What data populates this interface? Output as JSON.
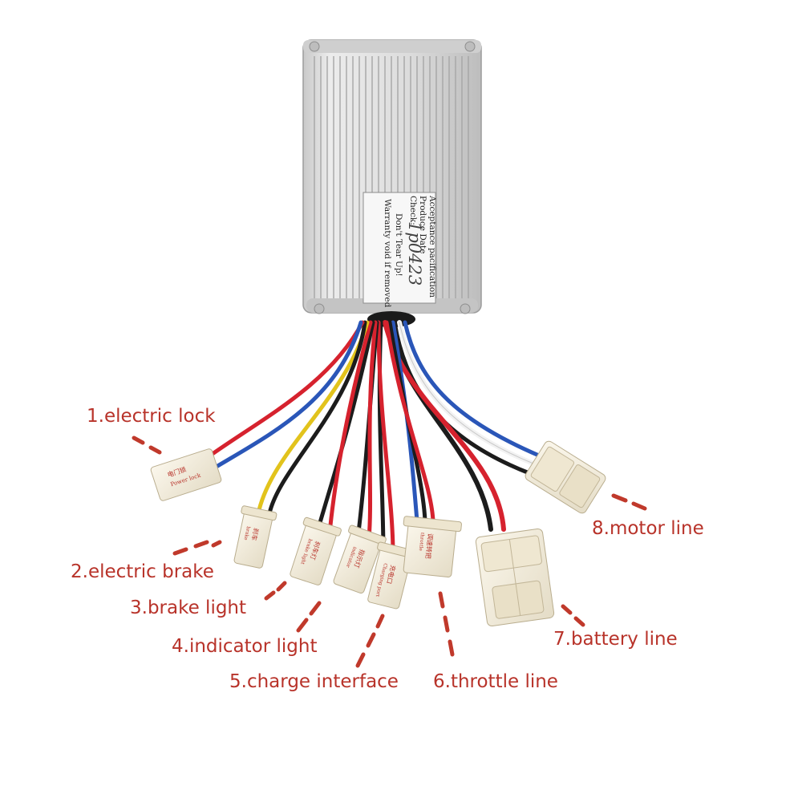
{
  "controller": {
    "sticker_lines": [
      "Acceptance pacification",
      "Produce Date",
      "Check:",
      "Don't Tear Up!",
      "Warranty void if removed"
    ],
    "handwritten_code": "1p0423"
  },
  "connectors": {
    "electric_lock": {
      "cn": "电门锁",
      "en": "Power lock"
    },
    "electric_brake": {
      "cn": "刹车",
      "en": "brake"
    },
    "brake_light": {
      "cn": "刹车灯",
      "en": "brake light"
    },
    "indicator_light": {
      "cn": "指示灯",
      "en": "indicator"
    },
    "charge_interface": {
      "cn": "充电口",
      "en": "Charging port"
    },
    "throttle_line": {
      "cn": "调速转把",
      "en": "throttle"
    }
  },
  "labels": {
    "electric_lock": "1.electric lock",
    "electric_brake": "2.electric brake",
    "brake_light": "3.brake light",
    "indicator_light": "4.indicator light",
    "charge_interface": "5.charge interface",
    "throttle_line": "6.throttle line",
    "battery_line": "7.battery line",
    "motor_line": "8.motor line"
  },
  "colors": {
    "label_text": "#b8332a",
    "leader_dash": "#c0392b",
    "housing": "#dedede",
    "connector": "#f3ecd8",
    "wire_red": "#d6222e",
    "wire_black": "#1c1c1c",
    "wire_blue": "#2a56b8",
    "wire_yellow": "#e2c31c",
    "wire_white": "#f2f2f2"
  }
}
